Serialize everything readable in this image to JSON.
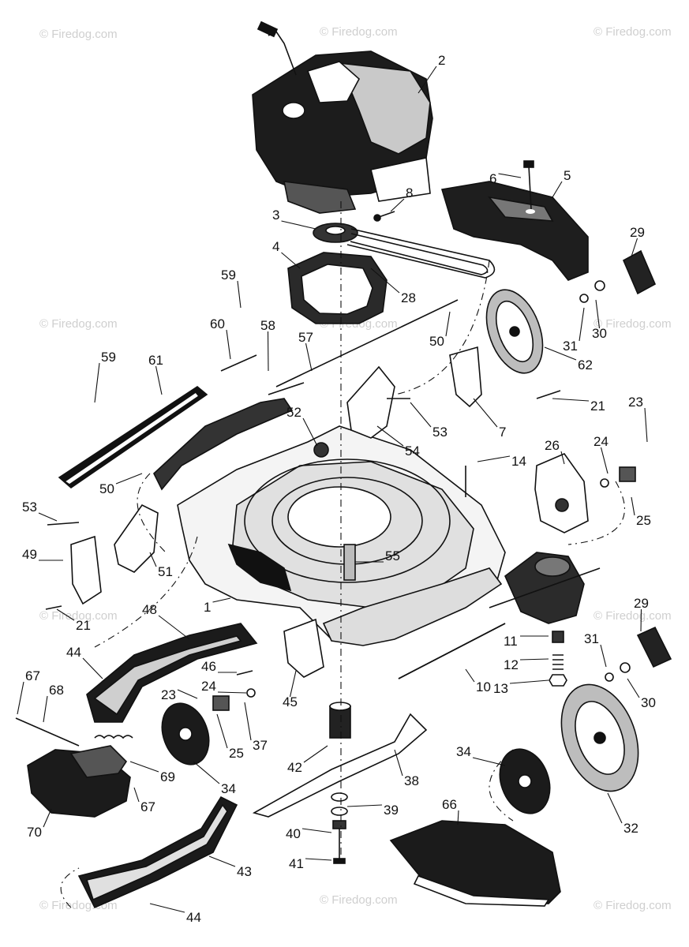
{
  "watermark": "© Firedog.com",
  "labels": [
    "1",
    "2",
    "3",
    "4",
    "5",
    "6",
    "7",
    "8",
    "10",
    "11",
    "12",
    "13",
    "14",
    "21",
    "21",
    "23",
    "23",
    "24",
    "24",
    "25",
    "25",
    "26",
    "28",
    "29",
    "29",
    "30",
    "30",
    "31",
    "31",
    "32",
    "34",
    "34",
    "37",
    "38",
    "39",
    "40",
    "41",
    "42",
    "43",
    "44",
    "44",
    "45",
    "46",
    "48",
    "49",
    "50",
    "50",
    "51",
    "52",
    "53",
    "53",
    "54",
    "55",
    "57",
    "58",
    "59",
    "59",
    "60",
    "61",
    "62",
    "66",
    "67",
    "67",
    "68",
    "69",
    "70"
  ]
}
